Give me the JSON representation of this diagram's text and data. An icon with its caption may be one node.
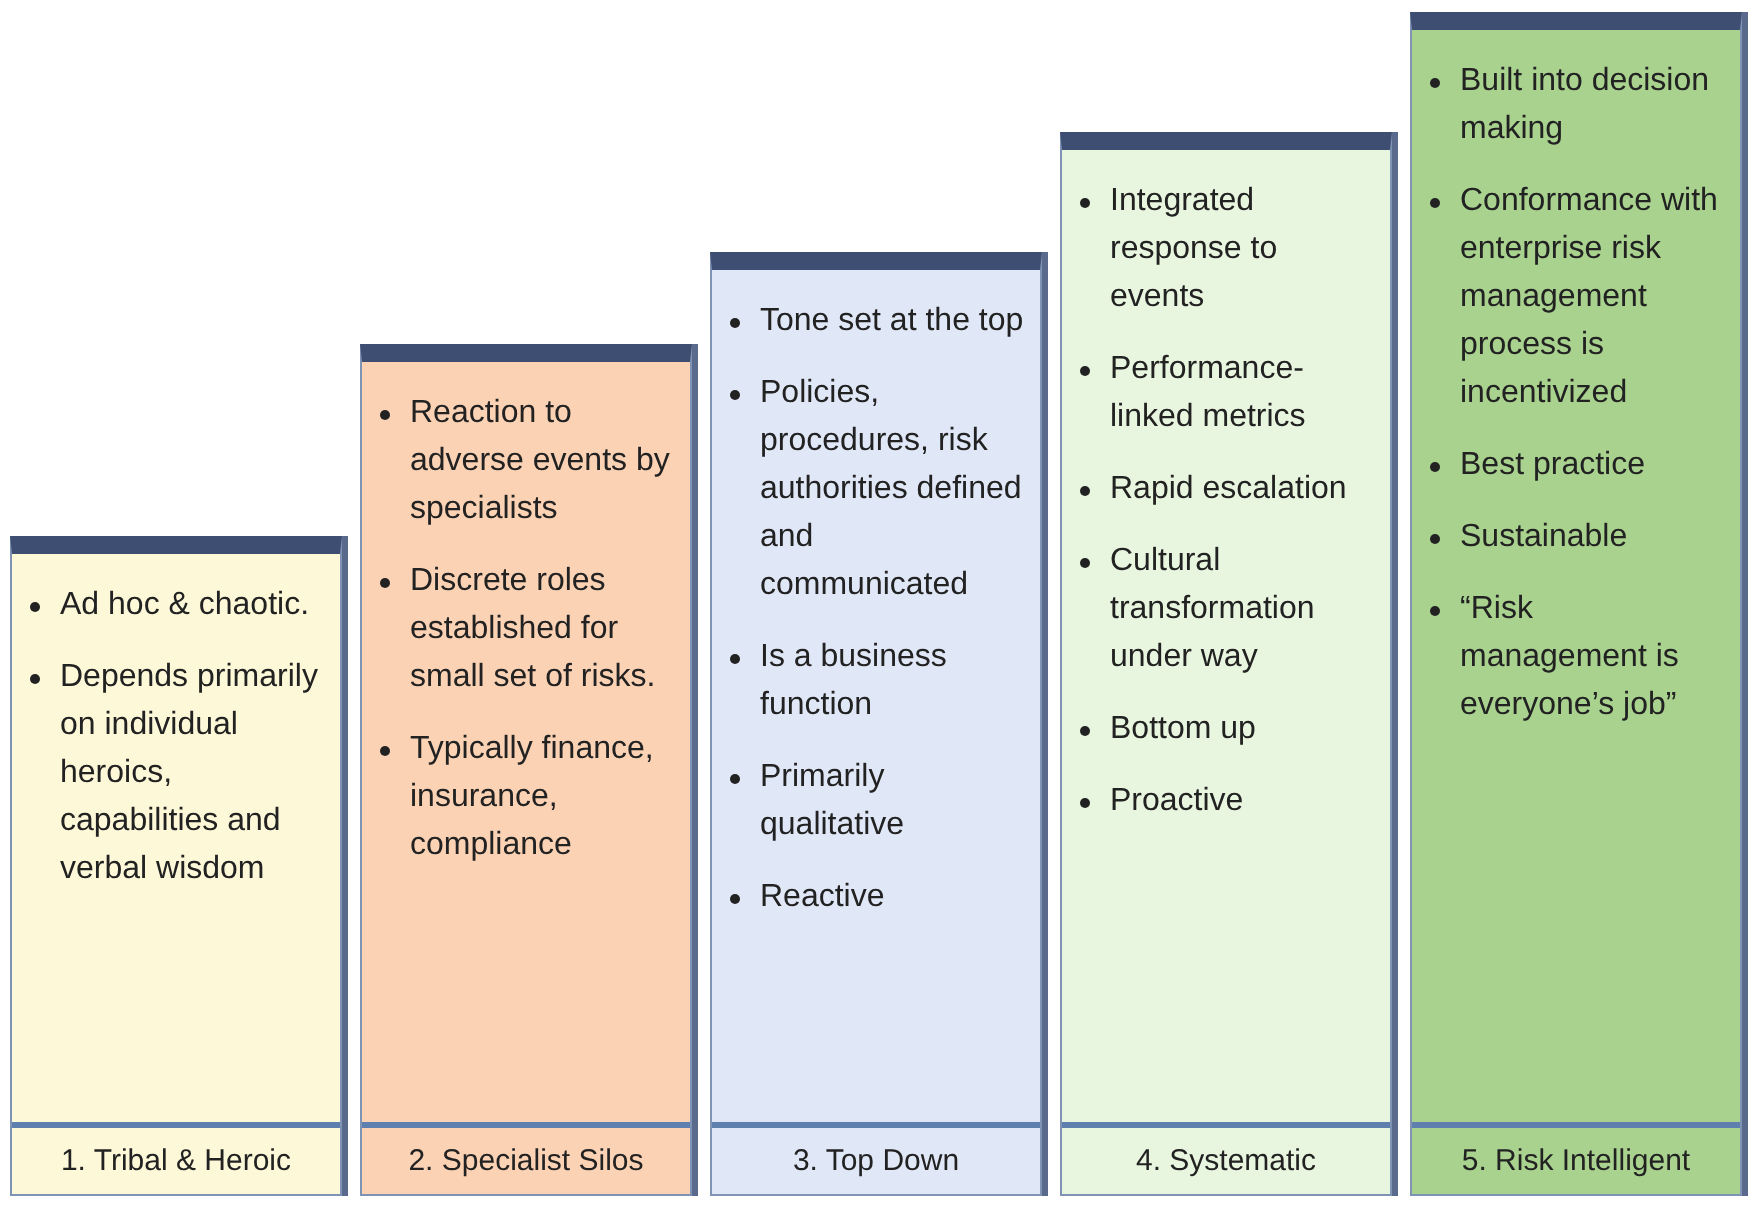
{
  "diagram": {
    "nodes": [
      {
        "text": [
          "Ad hoc & chaotic.",
          "Depends primarily on individual heroics, capabilities and verbal wisdom"
        ]
      },
      {
        "text": [
          "1. Tribal & Heroic"
        ],
        "in": 0
      },
      {
        "text": [
          "Reaction to adverse events by specialists",
          "Discrete roles established for small set of risks.",
          "Typically finance, insurance, compliance"
        ]
      },
      {
        "text": [
          "2. Specialist Silos"
        ],
        "in": 2
      },
      {
        "text": [
          "Tone set at the top",
          "Policies, procedures, risk authorities defined and communicated",
          "Is a business function",
          "Primarily qualitative",
          "Reactive"
        ]
      },
      {
        "text": [
          "3. Top Down"
        ],
        "in": 4
      },
      {
        "text": [
          "Integrated response to events",
          "Performance-linked metrics",
          "Rapid escalation",
          "Cultural transformation under way",
          "Bottom up",
          "Proactive"
        ]
      },
      {
        "text": [
          "4. Systematic"
        ],
        "in": 6
      },
      {
        "text": [
          "Built into decision making",
          "Conformance with enterprise risk management process is incentivized",
          "Best practice",
          "Sustainable",
          "“Risk management is everyone’s job”"
        ]
      },
      {
        "text": [
          "5. Risk Intelligent"
        ],
        "in": 8
      }
    ],
    "edges": []
  }
}
